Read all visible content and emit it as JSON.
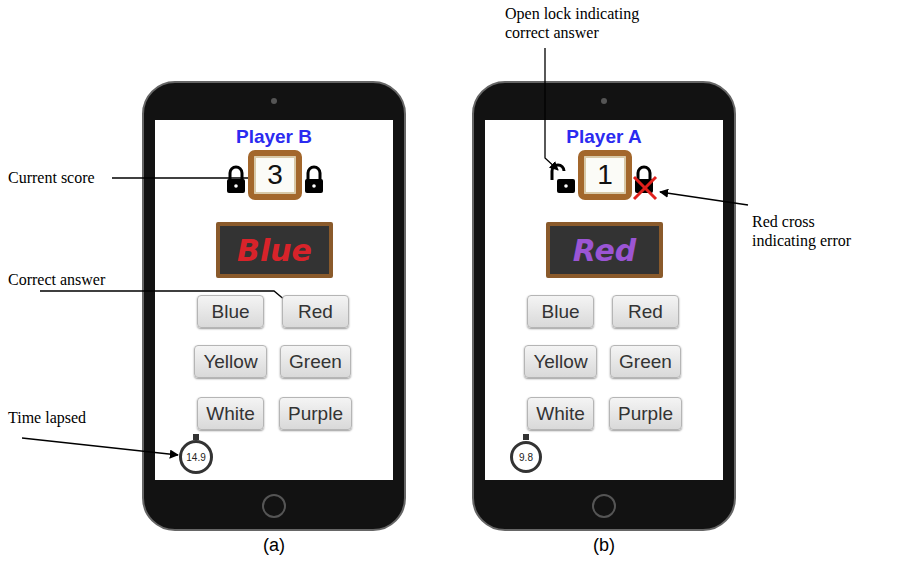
{
  "diagram": {
    "nodes": [
      {
        "text": [
          "Player B"
        ]
      },
      {
        "text": [
          "3"
        ],
        "in": 0
      },
      {
        "text": [
          "Blue"
        ],
        "in": 0
      },
      {
        "text": [
          "Blue"
        ],
        "in": 0
      },
      {
        "text": [
          "Red"
        ],
        "in": 0
      },
      {
        "text": [
          "Yellow"
        ],
        "in": 0
      },
      {
        "text": [
          "Green"
        ],
        "in": 0
      },
      {
        "text": [
          "White"
        ],
        "in": 0
      },
      {
        "text": [
          "Purple"
        ],
        "in": 0
      },
      {
        "text": [
          "14.9"
        ],
        "in": 0
      },
      {
        "text": [
          "Player A"
        ]
      },
      {
        "text": [
          "1"
        ],
        "in": 10
      },
      {
        "text": [
          "Red"
        ],
        "in": 10
      },
      {
        "text": [
          "Blue"
        ],
        "in": 10
      },
      {
        "text": [
          "Red"
        ],
        "in": 10
      },
      {
        "text": [
          "Yellow"
        ],
        "in": 10
      },
      {
        "text": [
          "Green"
        ],
        "in": 10
      },
      {
        "text": [
          "White"
        ],
        "in": 10
      },
      {
        "text": [
          "Purple"
        ],
        "in": 10
      },
      {
        "text": [
          "9.8"
        ],
        "in": 10
      }
    ],
    "labels": [
      "Current score",
      "Correct answer",
      "Time lapsed",
      "(a)",
      "(b)",
      "Open lock indicating correct answer",
      "Red cross indicating error"
    ]
  }
}
